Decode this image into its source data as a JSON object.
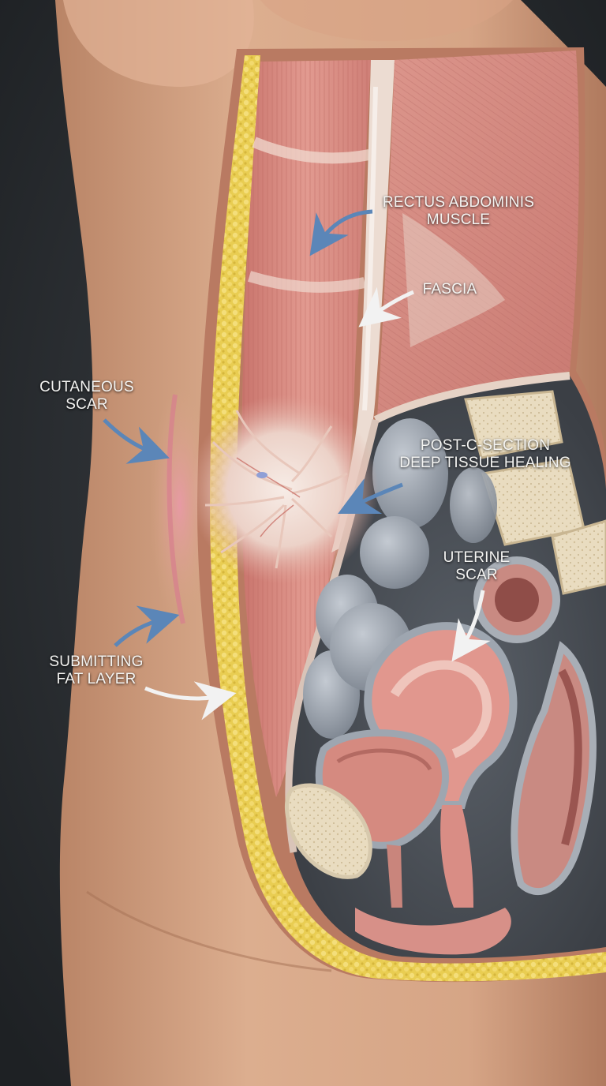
{
  "labels": {
    "rectus": [
      "RECTUS ABDOMINIS",
      "MUSCLE"
    ],
    "fascia": [
      "FASCIA"
    ],
    "cutaneous": [
      "CUTANEOUS",
      "SCAR"
    ],
    "post_c_section": [
      "POST-C-SECTION",
      "DEEP TISSUE HEALING"
    ],
    "uterine": [
      "UTERINE",
      "SCAR"
    ],
    "fat": [
      "SUBMITTING",
      "FAT LAYER"
    ]
  },
  "colors": {
    "background": "#2a2d31",
    "skin": "#d9a888",
    "muscle": "#d98f86",
    "fascia": "#eddfd4",
    "fat": "#e8cd55",
    "organ": "#9ea6b0",
    "arrow_blue": "#5b86b8",
    "arrow_white": "#f2f2f2"
  }
}
